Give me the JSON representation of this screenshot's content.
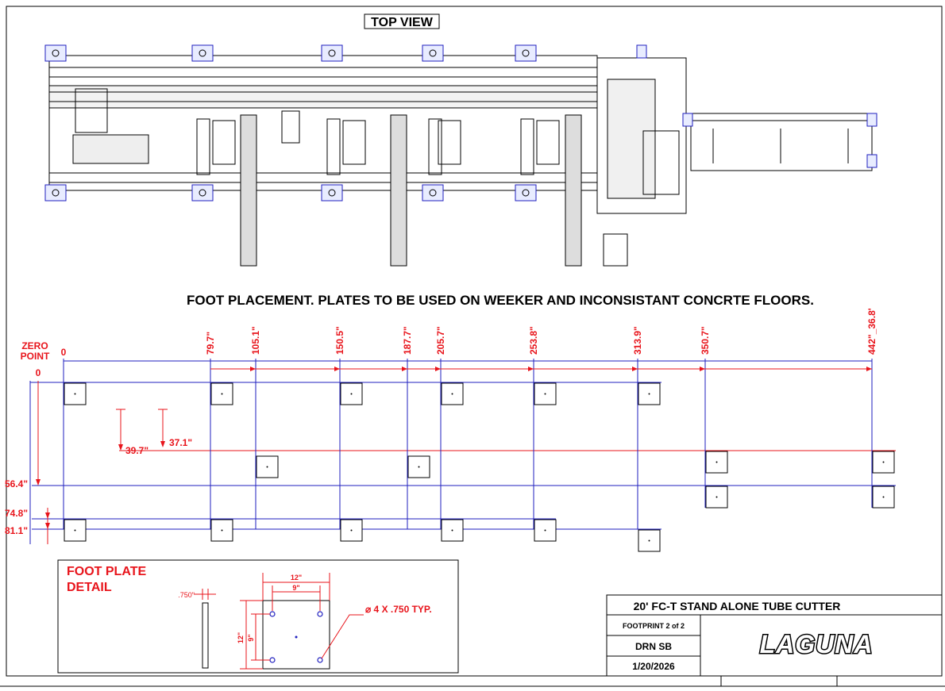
{
  "title_top_view": "TOP VIEW",
  "headline": "FOOT PLACEMENT. PLATES TO BE USED ON WEEKER AND INCONSISTANT CONCRTE FLOORS.",
  "zero_point": {
    "line1": "ZERO",
    "line2": "POINT",
    "x_zero": "0",
    "y_zero": "0"
  },
  "x_dims": [
    "79.7\"",
    "105.1\"",
    "150.5\"",
    "187.7\"",
    "205.7\"",
    "253.8\"",
    "313.9\"",
    "350.7\"",
    "442\"_36.8'"
  ],
  "y_dims": {
    "d1": "39.7\"",
    "d2": "37.1\"",
    "d3": "56.4\"",
    "d4": "74.8\"",
    "d5": "81.1\""
  },
  "detail": {
    "title1": "FOOT PLATE",
    "title2": "DETAIL",
    "thickness": ".750\"",
    "w12": "12\"",
    "w9": "9\"",
    "h12": "12\"",
    "h9": "9\"",
    "holes": "⌀ 4 X  .750 TYP."
  },
  "title_block": {
    "product": "20' FC-T STAND ALONE TUBE CUTTER",
    "sheet": "FOOTPRINT 2 of 2",
    "drawn": "DRN SB",
    "date": "1/20/2026",
    "logo": "LAGUNA"
  },
  "colors": {
    "dimension": "#e8141b",
    "grid": "#1f1fbf",
    "ink": "#000000"
  }
}
